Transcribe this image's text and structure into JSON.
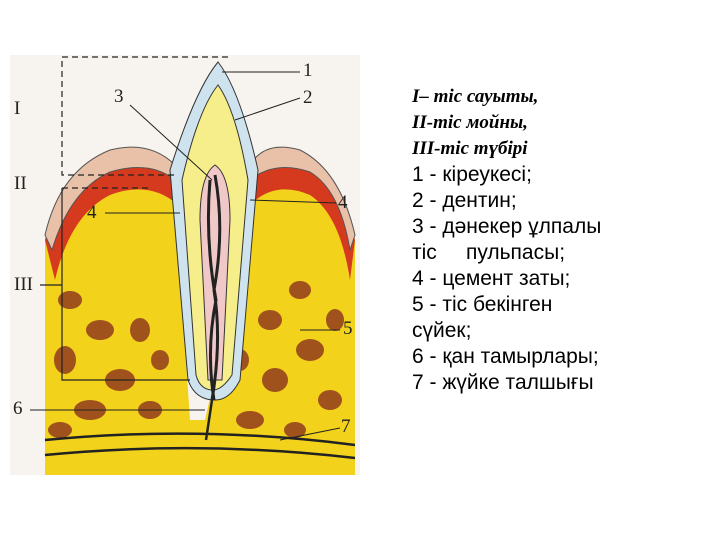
{
  "diagram": {
    "region_labels": [
      "I",
      "II",
      "III"
    ],
    "part_labels": [
      "1",
      "2",
      "3",
      "4",
      "4",
      "5",
      "6",
      "7"
    ]
  },
  "legend": {
    "headings": [
      "I– тіс  сауыты,",
      "II-тіс мойны,",
      "III-тіс түбірі"
    ],
    "items": [
      "1 - кіреукесі;",
      "2 - дентин;",
      "3 - дәнекер ұлпалы",
      "тіс     пульпасы;",
      "4 - цемент заты;",
      "5 - тіс бекінген",
      "сүйек;",
      "6 - қан тамырлары;",
      "7 - жүйке талшығы"
    ]
  }
}
